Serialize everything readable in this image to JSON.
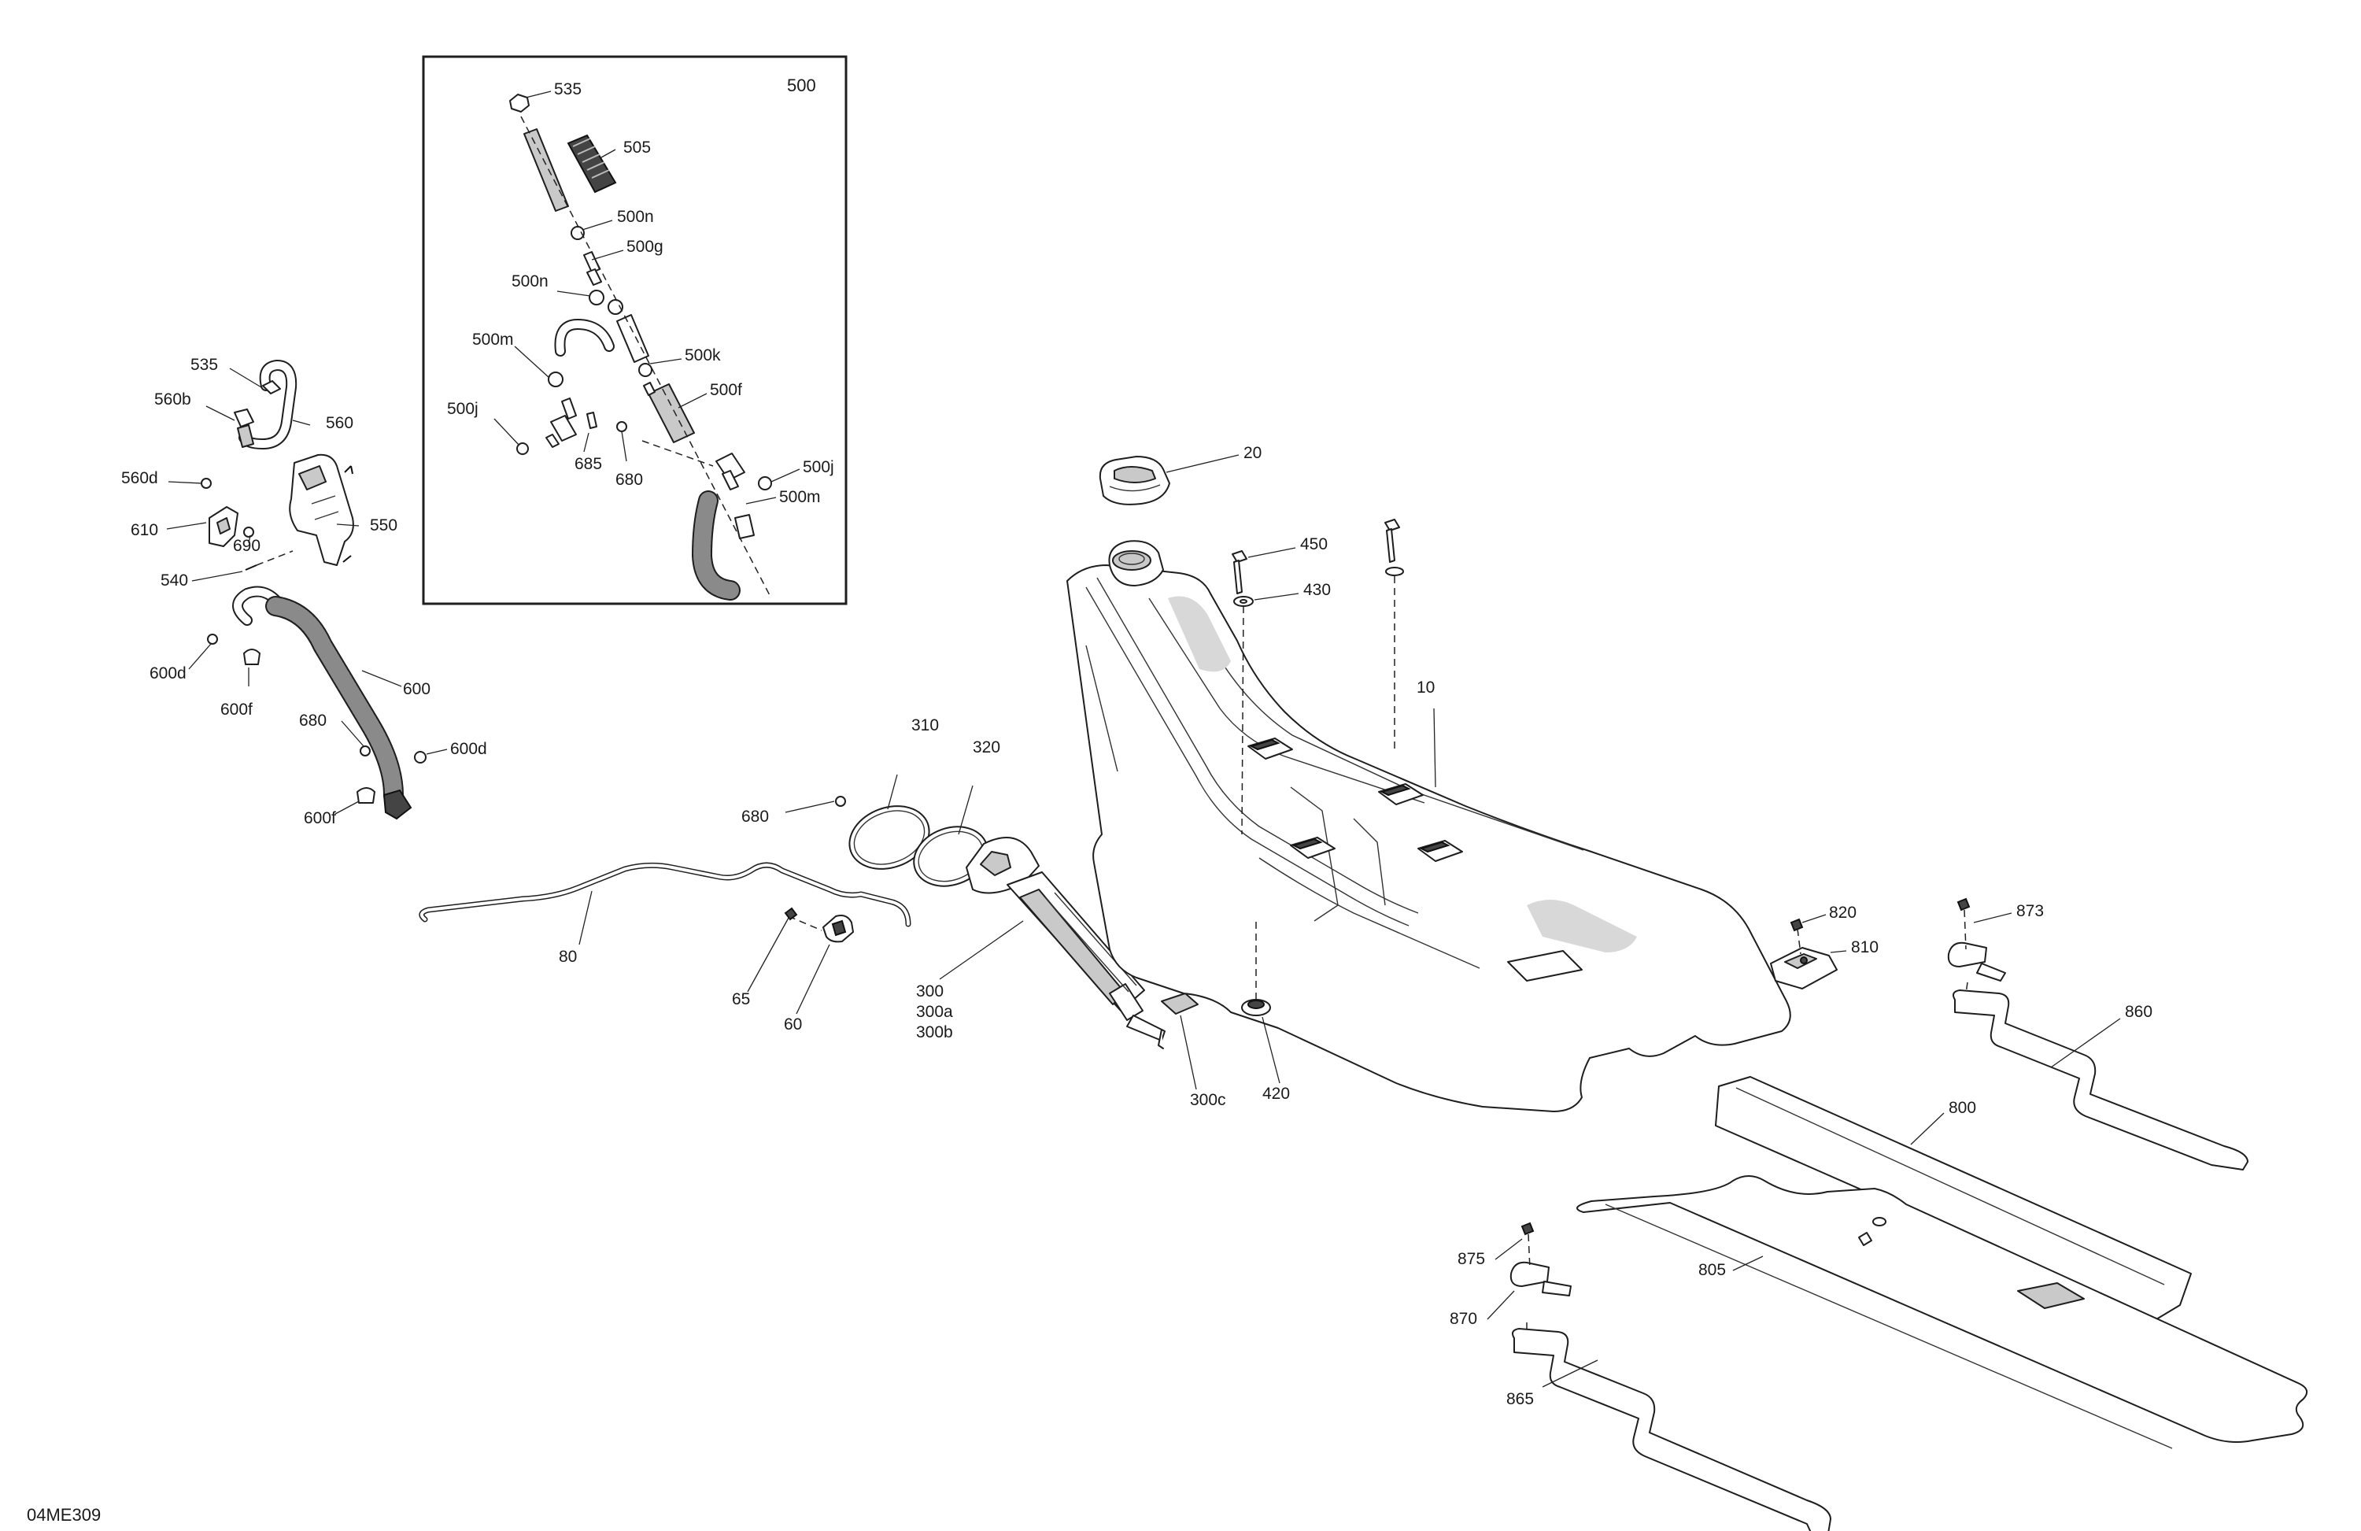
{
  "drawing_ref": "04ME309",
  "inset": {
    "label": "500"
  },
  "colors": {
    "line": "#1e1e1e",
    "background": "#ffffff",
    "shade": "#c9c9c9"
  },
  "callouts": [
    {
      "id": "c-535-inset",
      "label": "535"
    },
    {
      "id": "c-505",
      "label": "505"
    },
    {
      "id": "c-500n-a",
      "label": "500n"
    },
    {
      "id": "c-500g",
      "label": "500g"
    },
    {
      "id": "c-500n-b",
      "label": "500n"
    },
    {
      "id": "c-500m-a",
      "label": "500m"
    },
    {
      "id": "c-500k",
      "label": "500k"
    },
    {
      "id": "c-500f",
      "label": "500f"
    },
    {
      "id": "c-500j-a",
      "label": "500j"
    },
    {
      "id": "c-685",
      "label": "685"
    },
    {
      "id": "c-680-inset",
      "label": "680"
    },
    {
      "id": "c-500j-b",
      "label": "500j"
    },
    {
      "id": "c-500m-b",
      "label": "500m"
    },
    {
      "id": "c-535",
      "label": "535"
    },
    {
      "id": "c-560b",
      "label": "560b"
    },
    {
      "id": "c-560",
      "label": "560"
    },
    {
      "id": "c-560d",
      "label": "560d"
    },
    {
      "id": "c-610",
      "label": "610"
    },
    {
      "id": "c-690",
      "label": "690"
    },
    {
      "id": "c-550",
      "label": "550"
    },
    {
      "id": "c-540",
      "label": "540"
    },
    {
      "id": "c-600d-a",
      "label": "600d"
    },
    {
      "id": "c-600f-a",
      "label": "600f"
    },
    {
      "id": "c-600",
      "label": "600"
    },
    {
      "id": "c-680-a",
      "label": "680"
    },
    {
      "id": "c-600d-b",
      "label": "600d"
    },
    {
      "id": "c-600f-b",
      "label": "600f"
    },
    {
      "id": "c-310",
      "label": "310"
    },
    {
      "id": "c-320",
      "label": "320"
    },
    {
      "id": "c-680-b",
      "label": "680"
    },
    {
      "id": "c-80",
      "label": "80"
    },
    {
      "id": "c-65",
      "label": "65"
    },
    {
      "id": "c-60",
      "label": "60"
    },
    {
      "id": "c-300",
      "label": "300"
    },
    {
      "id": "c-300a",
      "label": "300a"
    },
    {
      "id": "c-300b",
      "label": "300b"
    },
    {
      "id": "c-300c",
      "label": "300c"
    },
    {
      "id": "c-420",
      "label": "420"
    },
    {
      "id": "c-20",
      "label": "20"
    },
    {
      "id": "c-450",
      "label": "450"
    },
    {
      "id": "c-430",
      "label": "430"
    },
    {
      "id": "c-10",
      "label": "10"
    },
    {
      "id": "c-820",
      "label": "820"
    },
    {
      "id": "c-810",
      "label": "810"
    },
    {
      "id": "c-873",
      "label": "873"
    },
    {
      "id": "c-860",
      "label": "860"
    },
    {
      "id": "c-800",
      "label": "800"
    },
    {
      "id": "c-805",
      "label": "805"
    },
    {
      "id": "c-875",
      "label": "875"
    },
    {
      "id": "c-870",
      "label": "870"
    },
    {
      "id": "c-865",
      "label": "865"
    }
  ]
}
